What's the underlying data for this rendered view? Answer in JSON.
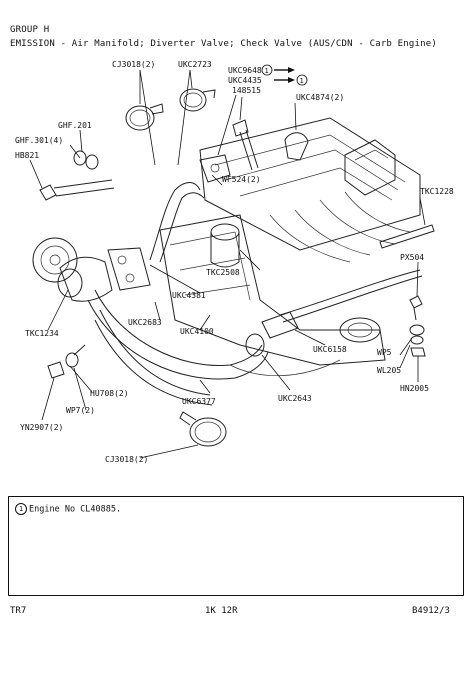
{
  "header": {
    "group": "GROUP H",
    "title": "EMISSION - Air Manifold; Diverter Valve; Check Valve (AUS/CDN - Carb Engine)"
  },
  "labels": {
    "cj3018_top": "CJ3018(2)",
    "ukc2723": "UKC2723",
    "ukc9648": "UKC9648",
    "ukc4435": "UKC4435",
    "marker_1a": "1",
    "marker_1b": "1",
    "n148515": "148515",
    "ukc4874": "UKC4874(2)",
    "ghf201": "GHF.201",
    "ghf301": "GHF.301(4)",
    "hb821": "HB821",
    "wf524": "WF524(2)",
    "tkc1228": "TKC1228",
    "tkc2508": "TKC2508",
    "ukc4381": "UKC4381",
    "px504": "PX504",
    "tkc1234": "TKC1234",
    "ukc2683": "UKC2683",
    "ukc4100": "UKC4100",
    "ukc6158": "UKC6158",
    "wp5": "WP5",
    "wl205": "WL205",
    "hn2005": "HN2005",
    "hu708": "HU708(2)",
    "wp7": "WP7(2)",
    "ukc6377": "UKC6377",
    "ukc2643": "UKC2643",
    "yn2907": "YN2907(2)",
    "cj3018_bottom": "CJ3018(2)"
  },
  "notes": {
    "marker": "1",
    "text": "Engine No CL40885."
  },
  "footer": {
    "left": "TR7",
    "center": "1K 12R",
    "right": "B4912/3"
  }
}
